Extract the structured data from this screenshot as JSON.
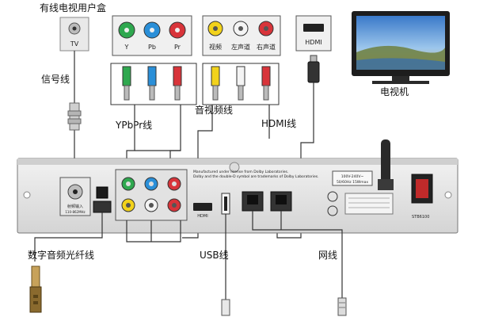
{
  "labels": {
    "cable_tv_user_box": "有线电视用户盒",
    "tv_port": "TV",
    "signal_cable": "信号线",
    "ypbpr_cable": "YPbPr线",
    "av_cable": "音视频线",
    "hdmi_cable": "HDMI线",
    "hdmi_port": "HDMI",
    "television": "电视机",
    "optical_cable": "数字音频光纤线",
    "usb_cable": "USB线",
    "network_cable": "网线"
  },
  "component_ports": {
    "y": "Y",
    "pb": "Pb",
    "pr": "Pr"
  },
  "av_ports": {
    "video": "视频",
    "left": "左声道",
    "right": "右声道"
  },
  "device_text": {
    "dolby_line1": "Manufactured under license from Dolby Laboratories.",
    "dolby_line2": "Dolby and the double-D symbol are trademarks of Dolby Laboratories.",
    "rf_in": "射频输入",
    "rf_in_sub": "110-862MHz",
    "hdmi": "HDMI",
    "power_spec1": "100V-240V~",
    "power_spec2": "50/60Hz 15Wmax",
    "model": "STB6100"
  },
  "colors": {
    "y_green": "#2fa84f",
    "pb_blue": "#2a8fd8",
    "pr_red": "#d8343a",
    "video_yellow": "#f2d21b",
    "audio_white": "#f4f4f4",
    "audio_red": "#d8343a",
    "device_body": "#e6e6e6",
    "line": "#222222"
  }
}
